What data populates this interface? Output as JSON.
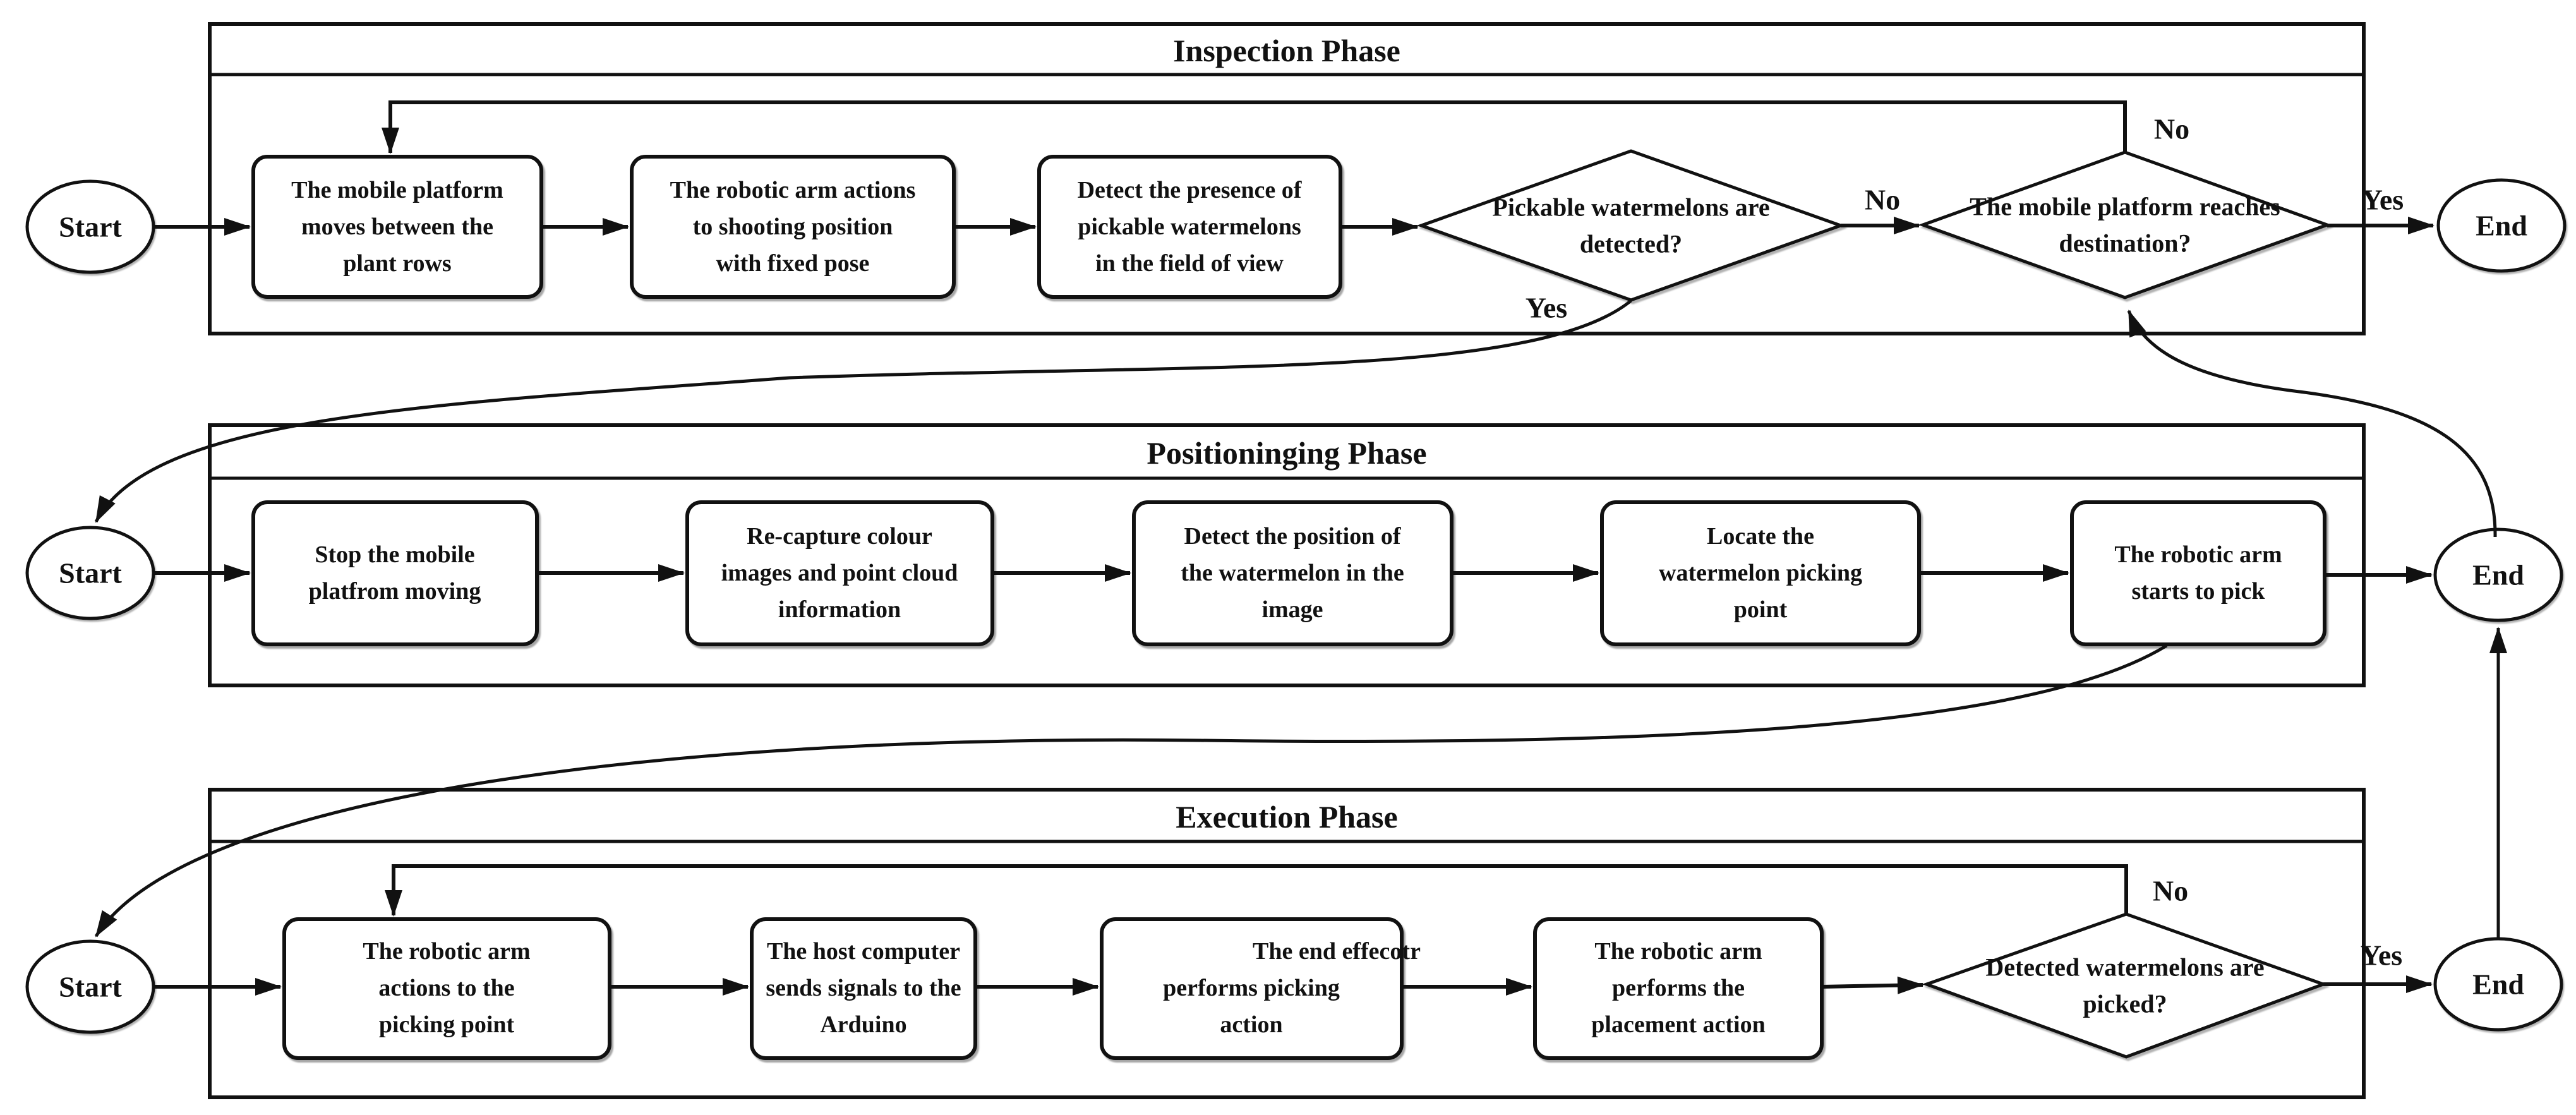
{
  "colors": {
    "ink": "#111111",
    "background": "#ffffff"
  },
  "inspection": {
    "title": "Inspection Phase",
    "start": "Start",
    "end": "End",
    "box1": {
      "l1": "The mobile platform",
      "l2": "moves between the",
      "l3": "plant rows"
    },
    "box2": {
      "l1": "The robotic arm actions",
      "l2": "to shooting position",
      "l3": "with fixed pose"
    },
    "box3": {
      "l1": "Detect the presence of",
      "l2": "pickable watermelons",
      "l3": "in the field of view"
    },
    "dec1": {
      "l1": "Pickable watermelons are",
      "l2": "detected?",
      "yes": "Yes",
      "no": "No"
    },
    "dec2": {
      "l1": "The mobile platform reaches",
      "l2": "destination?",
      "yes": "Yes",
      "no": "No"
    }
  },
  "positioning": {
    "title": "Positioninging Phase",
    "start": "Start",
    "end": "End",
    "box1": {
      "l1": "Stop the mobile",
      "l2": "platfrom moving"
    },
    "box2": {
      "l1": "Re-capture colour",
      "l2": "images and point cloud",
      "l3": "information"
    },
    "box3": {
      "l1": "Detect the position of",
      "l2": "the watermelon in the",
      "l3": "image"
    },
    "box4": {
      "l1": "Locate the",
      "l2": "watermelon picking",
      "l3": "point"
    },
    "box5": {
      "l1": "The robotic arm",
      "l2": "starts to pick"
    }
  },
  "execution": {
    "title": "Execution Phase",
    "start": "Start",
    "end": "End",
    "box1": {
      "l1": "The robotic arm",
      "l2": "actions to the",
      "l3": "picking point"
    },
    "box2": {
      "l1": "The host computer",
      "l2": "sends signals to the",
      "l3": "Arduino"
    },
    "box3": {
      "l1": "The end effecotr",
      "l2": "performs picking",
      "l3": "action"
    },
    "box4": {
      "l1": "The robotic arm",
      "l2": "performs the",
      "l3": "placement action"
    },
    "dec1": {
      "l1": "Detected watermelons are",
      "l2": "picked?",
      "yes": "Yes",
      "no": "No"
    }
  }
}
